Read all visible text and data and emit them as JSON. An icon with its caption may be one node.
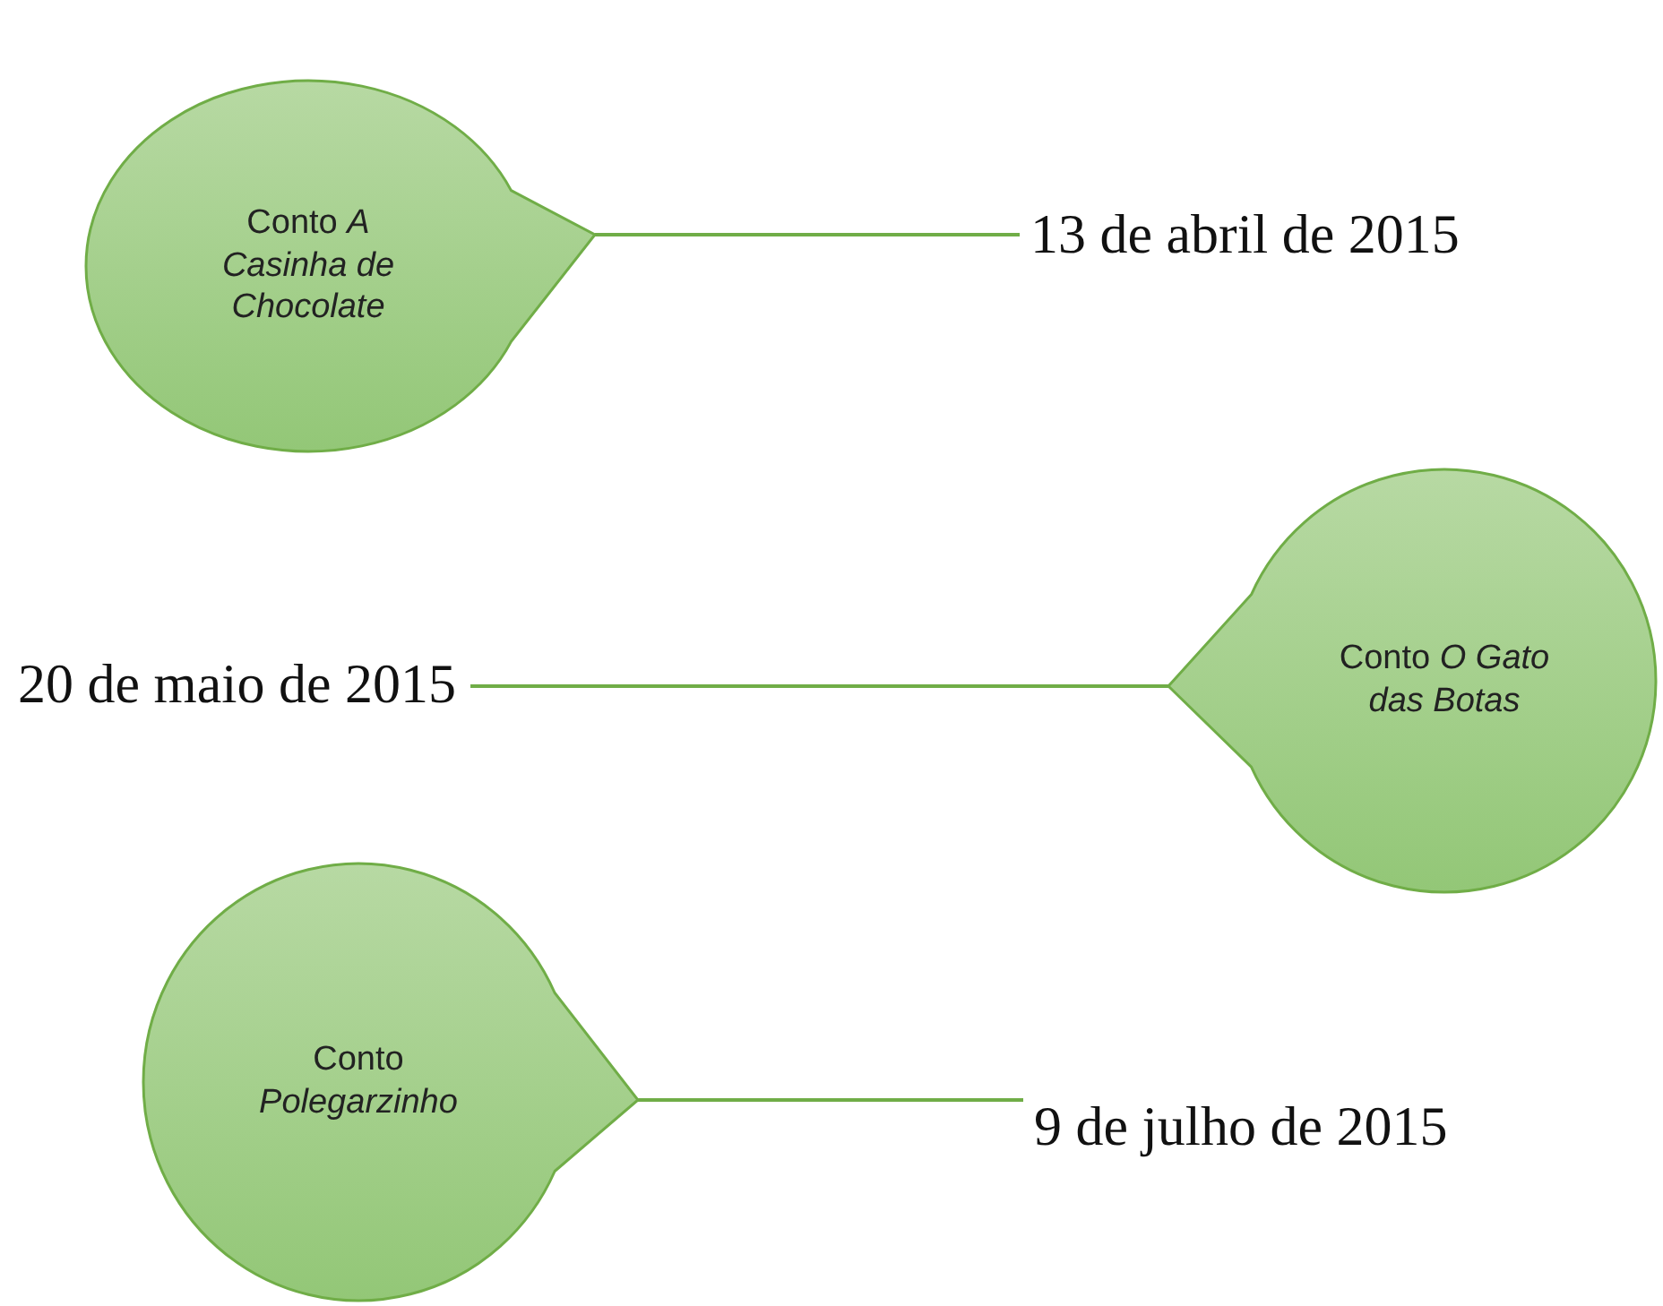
{
  "diagram": {
    "nodes": [
      {
        "text": [
          "Conto *A Casinha de Chocolate*"
        ]
      },
      {
        "text": [
          "13 de abril de 2015"
        ]
      },
      {
        "text": [
          "Conto *O Gato das Botas*"
        ]
      },
      {
        "text": [
          "20 de maio de 2015"
        ]
      },
      {
        "text": [
          "Conto *Polegarzinho*"
        ]
      },
      {
        "text": [
          "9 de julho de 2015"
        ]
      }
    ],
    "edges": [
      {
        "from": 0,
        "to": 1,
        "arrow": "none"
      },
      {
        "from": 2,
        "to": 3,
        "arrow": "none"
      },
      {
        "from": 4,
        "to": 5,
        "arrow": "none"
      }
    ]
  }
}
